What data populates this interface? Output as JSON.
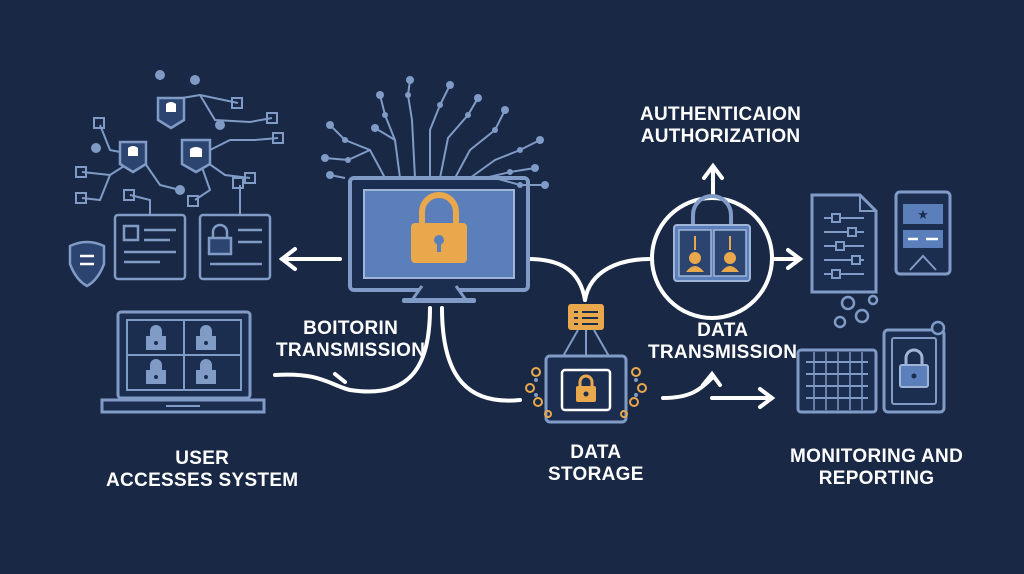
{
  "labels": {
    "auth": {
      "line1": "AUTHENTICAION",
      "line2": "AUTHORIZATION"
    },
    "left_transmission": {
      "line1": "BOITORIN",
      "line2": "TRANSMISSION"
    },
    "data_transmission": {
      "line1": "DATA",
      "line2": "TRANSMISSION"
    },
    "user_access": {
      "line1": "USER",
      "line2": "ACCESSES SYSTEM"
    },
    "data_storage": {
      "line1": "DATA",
      "line2": "STORAGE"
    },
    "monitoring": {
      "line1": "MONITORING AND",
      "line2": "REPORTING"
    }
  },
  "colors": {
    "background": "#192845",
    "line_art": "#7f9bc6",
    "flow_lines": "#ffffff",
    "screen_fill": "#5b7fba",
    "lock_accent": "#e9a84c"
  }
}
